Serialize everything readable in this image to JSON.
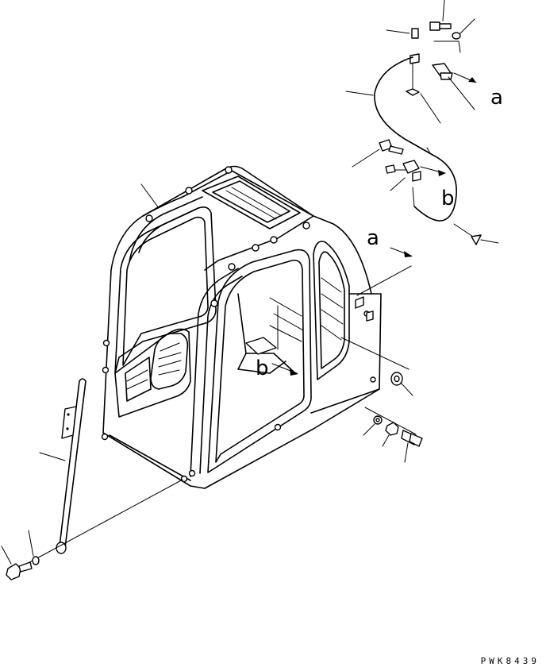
{
  "callouts": {
    "a_top": "a",
    "b_top": "b",
    "a_cab": "a",
    "b_cab": "b"
  },
  "drawing_code": "PWK8439",
  "colors": {
    "line": "#000000",
    "background": "#ffffff"
  }
}
